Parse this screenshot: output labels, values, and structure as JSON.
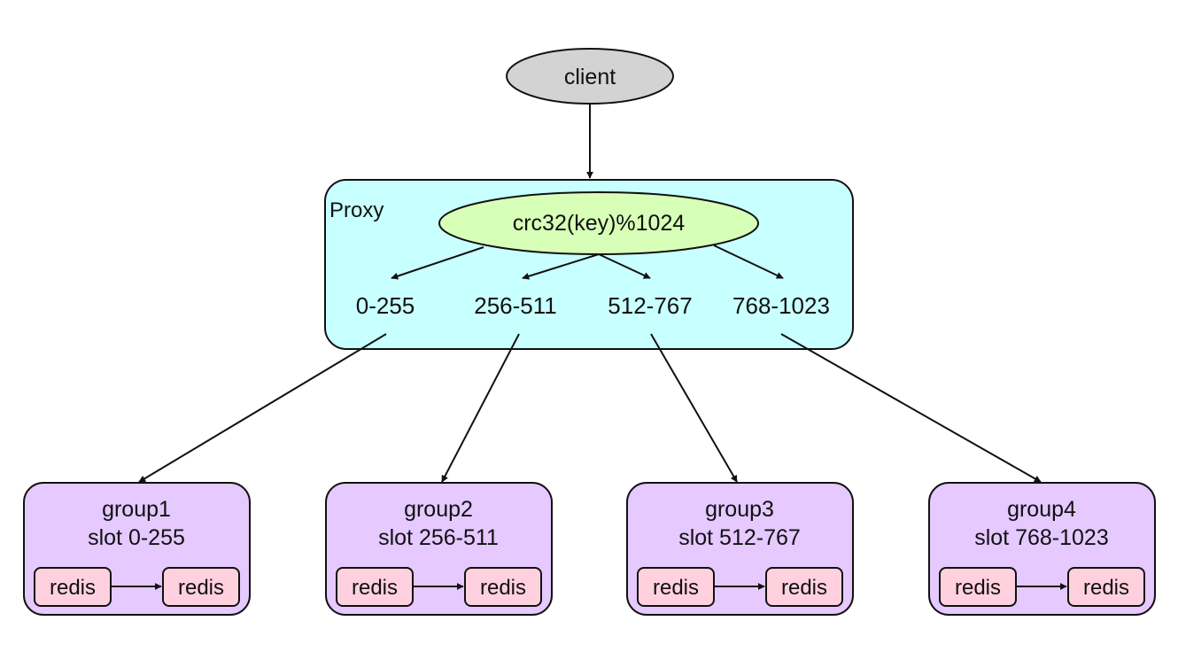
{
  "client": {
    "label": "client",
    "color": "#d3d3d3"
  },
  "proxy": {
    "label": "Proxy",
    "hash_label": "crc32(key)%1024",
    "color": "#c8ffff",
    "hash_color": "#d8ffb8",
    "ranges": [
      "0-255",
      "256-511",
      "512-767",
      "768-1023"
    ]
  },
  "groups": [
    {
      "name": "group1",
      "slot": "slot 0-255",
      "nodes": [
        "redis",
        "redis"
      ]
    },
    {
      "name": "group2",
      "slot": "slot 256-511",
      "nodes": [
        "redis",
        "redis"
      ]
    },
    {
      "name": "group3",
      "slot": "slot 512-767",
      "nodes": [
        "redis",
        "redis"
      ]
    },
    {
      "name": "group4",
      "slot": "slot 768-1023",
      "nodes": [
        "redis",
        "redis"
      ]
    }
  ],
  "colors": {
    "group": "#e5c9ff",
    "redis": "#ffd1df",
    "stroke": "#111111"
  }
}
